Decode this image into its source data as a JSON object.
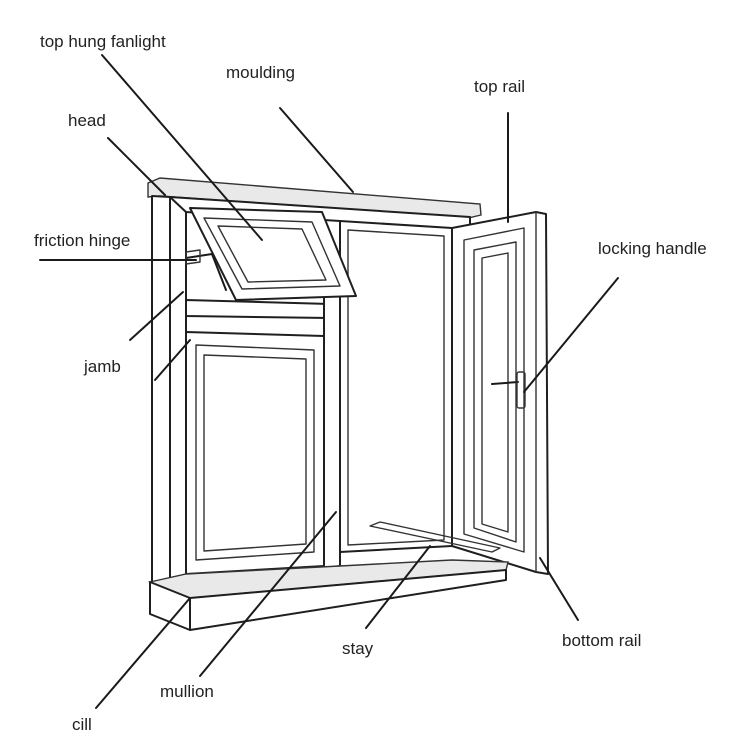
{
  "labels": {
    "top_hung_fanlight": "top hung fanlight",
    "moulding": "moulding",
    "top_rail": "top rail",
    "head": "head",
    "friction_hinge": "friction hinge",
    "locking_handle": "locking handle",
    "jamb": "jamb",
    "stay": "stay",
    "bottom_rail": "bottom rail",
    "mullion": "mullion",
    "cill": "cill"
  }
}
